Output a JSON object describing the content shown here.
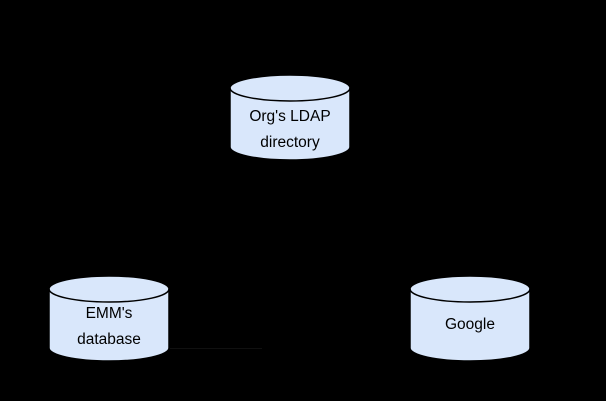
{
  "canvas": {
    "background": "#000000",
    "faint_connector_color": "#101010",
    "label_text_color": "#000000"
  },
  "nodes": [
    {
      "id": "ldap-directory",
      "shape": "database-cylinder",
      "lines": [
        "Org's LDAP",
        "directory"
      ],
      "fill": "#d9e7fb",
      "stroke": "#000000"
    },
    {
      "id": "emm-database",
      "shape": "database-cylinder",
      "lines": [
        "EMM's",
        "database"
      ],
      "fill": "#d9e7fb",
      "stroke": "#000000"
    },
    {
      "id": "google",
      "shape": "database-cylinder",
      "lines": [
        "Google"
      ],
      "fill": "#d9e7fb",
      "stroke": "#000000"
    }
  ]
}
